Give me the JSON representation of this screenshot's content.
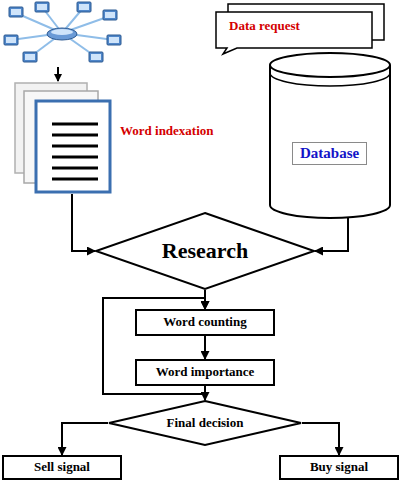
{
  "diagram": {
    "nodes": [
      {
        "text": [
          "Data request"
        ]
      },
      {
        "text": [
          "Word indexation"
        ]
      },
      {
        "text": [
          "Database"
        ]
      },
      {
        "text": [
          "Research"
        ]
      },
      {
        "text": [
          "Word counting"
        ]
      },
      {
        "text": [
          "Word importance"
        ]
      },
      {
        "text": [
          "Final decision"
        ]
      },
      {
        "text": [
          "Sell signal"
        ]
      },
      {
        "text": [
          "Buy signal"
        ]
      }
    ],
    "edges": [
      {
        "from": 1,
        "to": 3,
        "arrow": "to"
      },
      {
        "from": 2,
        "to": 3,
        "arrow": "to"
      },
      {
        "from": 3,
        "to": 4,
        "arrow": "to"
      },
      {
        "from": 4,
        "to": 5,
        "arrow": "to"
      },
      {
        "from": 5,
        "to": 6,
        "arrow": "to"
      },
      {
        "from": 5,
        "to": 4,
        "arrow": "to"
      },
      {
        "from": 6,
        "to": 7,
        "arrow": "to"
      },
      {
        "from": 6,
        "to": 8,
        "arrow": "to"
      }
    ]
  }
}
